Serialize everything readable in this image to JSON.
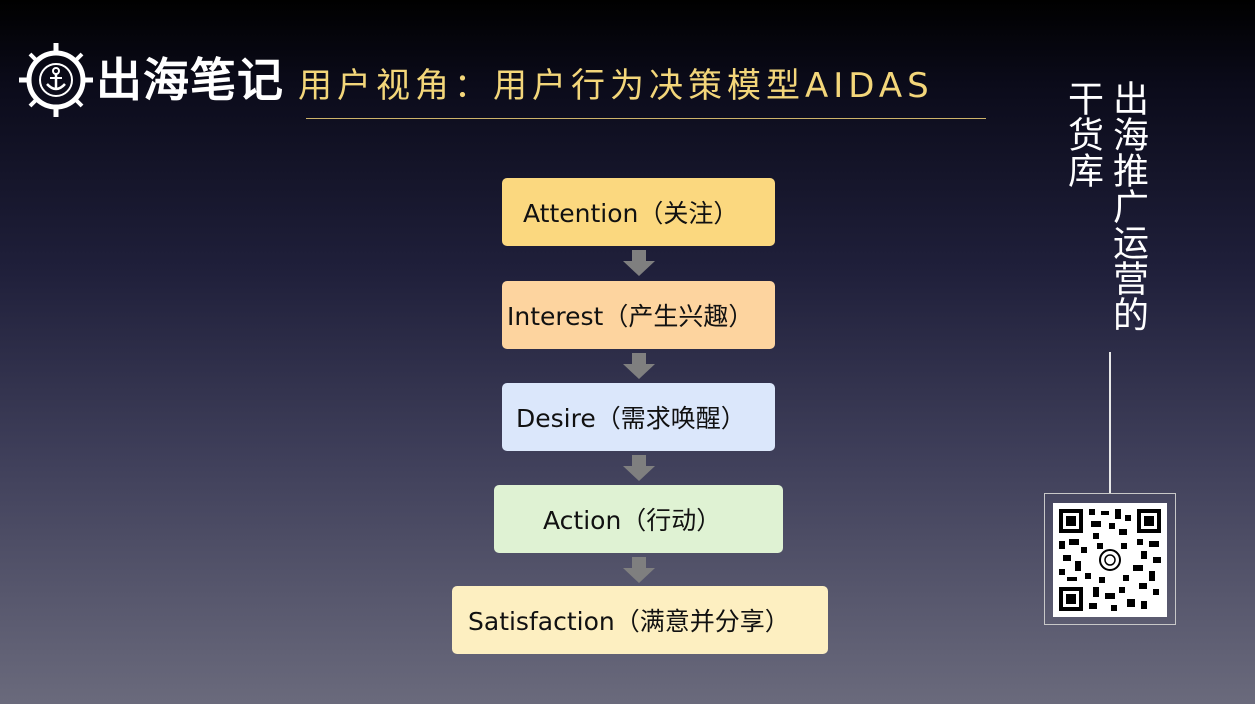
{
  "brand": {
    "logo_icon": "ship-wheel-anchor-icon",
    "name": "出海笔记"
  },
  "title": "用户视角：用户行为决策模型AIDAS",
  "flow": {
    "steps": [
      {
        "label": "Attention（关注）",
        "color": "#fbd87f"
      },
      {
        "label": "Interest（产生兴趣）",
        "color": "#fdd49f"
      },
      {
        "label": "Desire（需求唤醒）",
        "color": "#dbe7fb"
      },
      {
        "label": "Action（行动）",
        "color": "#dff2d3"
      },
      {
        "label": "Satisfaction（满意并分享）",
        "color": "#fdefc1"
      }
    ],
    "arrow_icon": "down-arrow-icon",
    "arrow_color": "#7f7f7f"
  },
  "side": {
    "col1": "出海推广运营的",
    "col2": "干货库",
    "qr_icon": "qr-code-icon"
  }
}
